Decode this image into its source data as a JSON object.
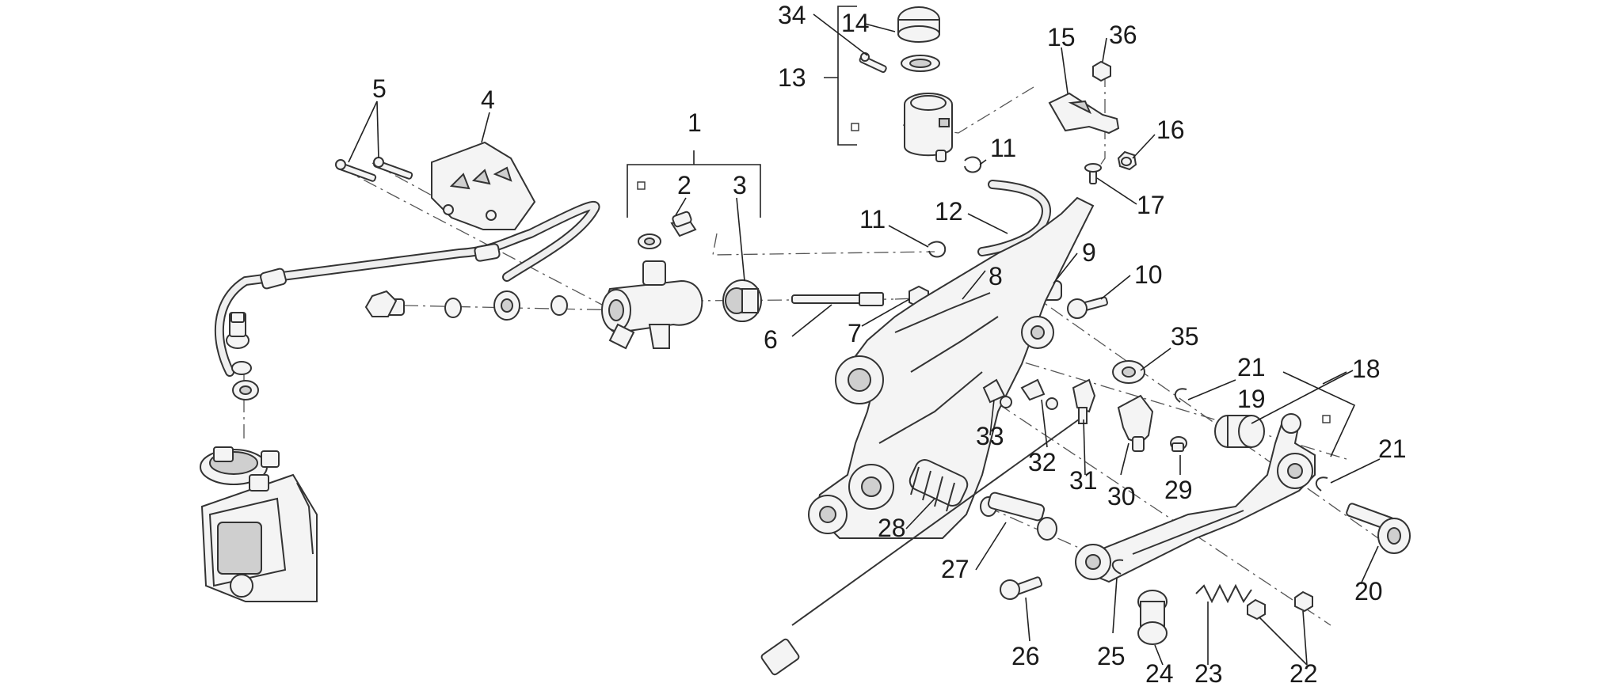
{
  "diagram": {
    "background_color": "#ffffff",
    "line_color": "#333333",
    "callouts": [
      {
        "id": "c1",
        "text": "1"
      },
      {
        "id": "c2",
        "text": "2"
      },
      {
        "id": "c3",
        "text": "3"
      },
      {
        "id": "c4",
        "text": "4"
      },
      {
        "id": "c5",
        "text": "5"
      },
      {
        "id": "c6",
        "text": "6"
      },
      {
        "id": "c7",
        "text": "7"
      },
      {
        "id": "c8",
        "text": "8"
      },
      {
        "id": "c9",
        "text": "9"
      },
      {
        "id": "c10",
        "text": "10"
      },
      {
        "id": "c11a",
        "text": "11"
      },
      {
        "id": "c11b",
        "text": "11"
      },
      {
        "id": "c12",
        "text": "12"
      },
      {
        "id": "c13",
        "text": "13"
      },
      {
        "id": "c14",
        "text": "14"
      },
      {
        "id": "c15",
        "text": "15"
      },
      {
        "id": "c16",
        "text": "16"
      },
      {
        "id": "c17",
        "text": "17"
      },
      {
        "id": "c18",
        "text": "18"
      },
      {
        "id": "c19",
        "text": "19"
      },
      {
        "id": "c20",
        "text": "20"
      },
      {
        "id": "c21a",
        "text": "21"
      },
      {
        "id": "c21b",
        "text": "21"
      },
      {
        "id": "c22",
        "text": "22"
      },
      {
        "id": "c23",
        "text": "23"
      },
      {
        "id": "c24",
        "text": "24"
      },
      {
        "id": "c25",
        "text": "25"
      },
      {
        "id": "c26",
        "text": "26"
      },
      {
        "id": "c27",
        "text": "27"
      },
      {
        "id": "c28",
        "text": "28"
      },
      {
        "id": "c29",
        "text": "29"
      },
      {
        "id": "c30",
        "text": "30"
      },
      {
        "id": "c31",
        "text": "31"
      },
      {
        "id": "c32",
        "text": "32"
      },
      {
        "id": "c33",
        "text": "33"
      },
      {
        "id": "c34",
        "text": "34"
      },
      {
        "id": "c35",
        "text": "35"
      },
      {
        "id": "c36",
        "text": "36"
      }
    ]
  }
}
